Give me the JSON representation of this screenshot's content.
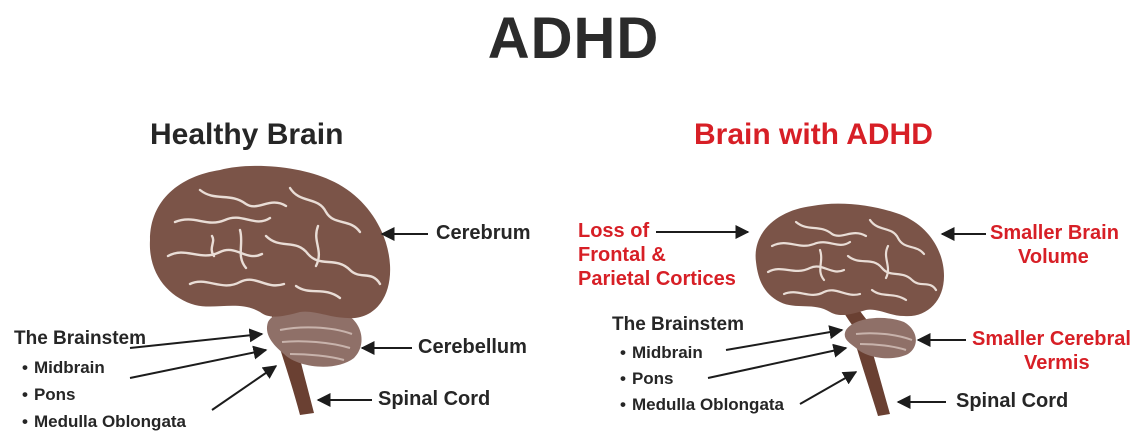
{
  "title": "ADHD",
  "colors": {
    "brain": "#7b5448",
    "stem": "#6a4032",
    "cerebellum": "#8f7068",
    "text": "#262626",
    "accent_red": "#d71f26"
  },
  "healthy": {
    "heading": "Healthy Brain",
    "labels": {
      "cerebrum": "Cerebrum",
      "cerebellum": "Cerebellum",
      "spinal_cord": "Spinal Cord"
    },
    "brainstem": {
      "title": "The Brainstem",
      "parts": [
        "Midbrain",
        "Pons",
        "Medulla Oblongata"
      ]
    }
  },
  "adhd": {
    "heading": "Brain with ADHD",
    "labels": {
      "loss": [
        "Loss of",
        "Frontal &",
        "Parietal Cortices"
      ],
      "smaller_brain": [
        "Smaller Brain",
        "Volume"
      ],
      "smaller_vermis": [
        "Smaller Cerebral",
        "Vermis"
      ],
      "spinal_cord": "Spinal Cord"
    },
    "brainstem": {
      "title": "The Brainstem",
      "parts": [
        "Midbrain",
        "Pons",
        "Medulla Oblongata"
      ]
    }
  }
}
